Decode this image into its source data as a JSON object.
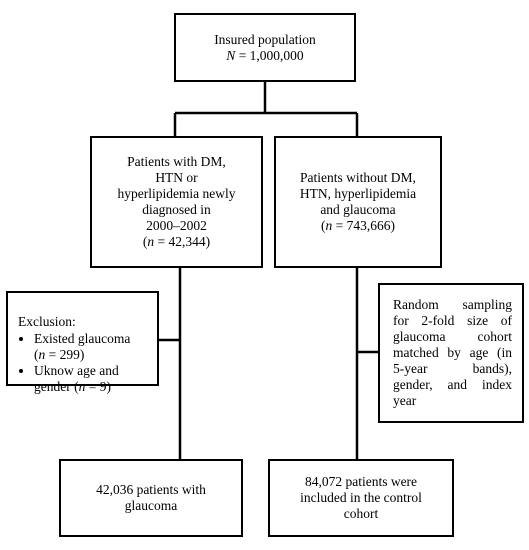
{
  "boxes": {
    "insured": {
      "line1": "Insured population",
      "n_label": "N",
      "n_rest": " = 1,000,000"
    },
    "dm_patients": {
      "lines": [
        "Patients with DM,",
        "HTN or",
        "hyperlipidemia newly",
        "diagnosed in",
        "2000–2002"
      ],
      "n_label": "n",
      "n_rest": " = 42,344)",
      "n_open": "("
    },
    "non_dm_patients": {
      "lines": [
        "Patients without DM,",
        "HTN, hyperlipidemia",
        "and glaucoma"
      ],
      "n_open": "(",
      "n_label": "n",
      "n_rest": " = 743,666)"
    },
    "exclusion": {
      "title": "Exclusion:",
      "items": [
        {
          "text": "Existed glaucoma",
          "n_open": "(",
          "n_label": "n",
          "n_rest": " = 299)"
        },
        {
          "text": "Uknow age and",
          "text2": "gender (",
          "n_label": "n",
          "n_rest": " = 9)"
        }
      ]
    },
    "random_sampling": {
      "lines": [
        "Random sampling",
        "for 2-fold size of",
        "glaucoma cohort",
        "matched by age (in",
        "5-year bands),",
        "gender, and index",
        "year"
      ]
    },
    "glaucoma_cohort": {
      "lines": [
        "42,036 patients with",
        "glaucoma"
      ]
    },
    "control_cohort": {
      "lines": [
        "84,072 patients were",
        "included in the control",
        "cohort"
      ]
    }
  },
  "colors": {
    "border": "#000000",
    "background": "#ffffff",
    "text": "#000000"
  }
}
